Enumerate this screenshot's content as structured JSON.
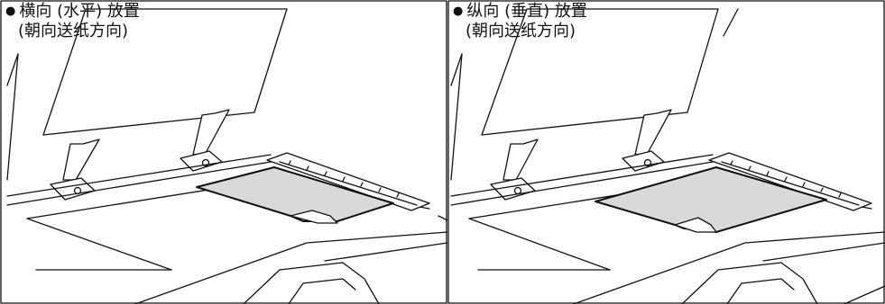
{
  "panels": [
    {
      "id": "landscape",
      "caption_line1": "横向 (水平) 放置",
      "caption_line2": "(朝向送纸方向)",
      "bullet": "●",
      "paper_orientation": "landscape"
    },
    {
      "id": "portrait",
      "caption_line1": "纵向 (垂直) 放置",
      "caption_line2": "(朝向送纸方向)",
      "bullet": "●",
      "paper_orientation": "portrait"
    }
  ],
  "colors": {
    "line": "#111111",
    "paper_fill": "#d9d9d9",
    "background": "#ffffff"
  }
}
